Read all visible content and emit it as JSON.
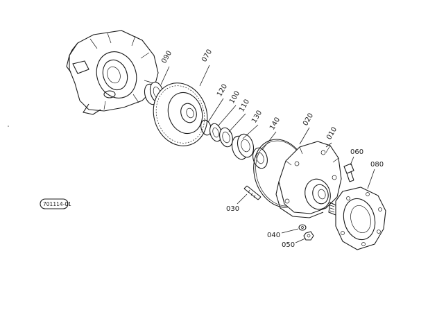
{
  "diagram": {
    "drawing_code": "701114-01",
    "parts": [
      {
        "id": "090"
      },
      {
        "id": "070"
      },
      {
        "id": "120"
      },
      {
        "id": "100"
      },
      {
        "id": "110"
      },
      {
        "id": "130"
      },
      {
        "id": "140"
      },
      {
        "id": "020"
      },
      {
        "id": "010"
      },
      {
        "id": "060"
      },
      {
        "id": "080"
      },
      {
        "id": "030"
      },
      {
        "id": "040"
      },
      {
        "id": "050"
      }
    ]
  }
}
